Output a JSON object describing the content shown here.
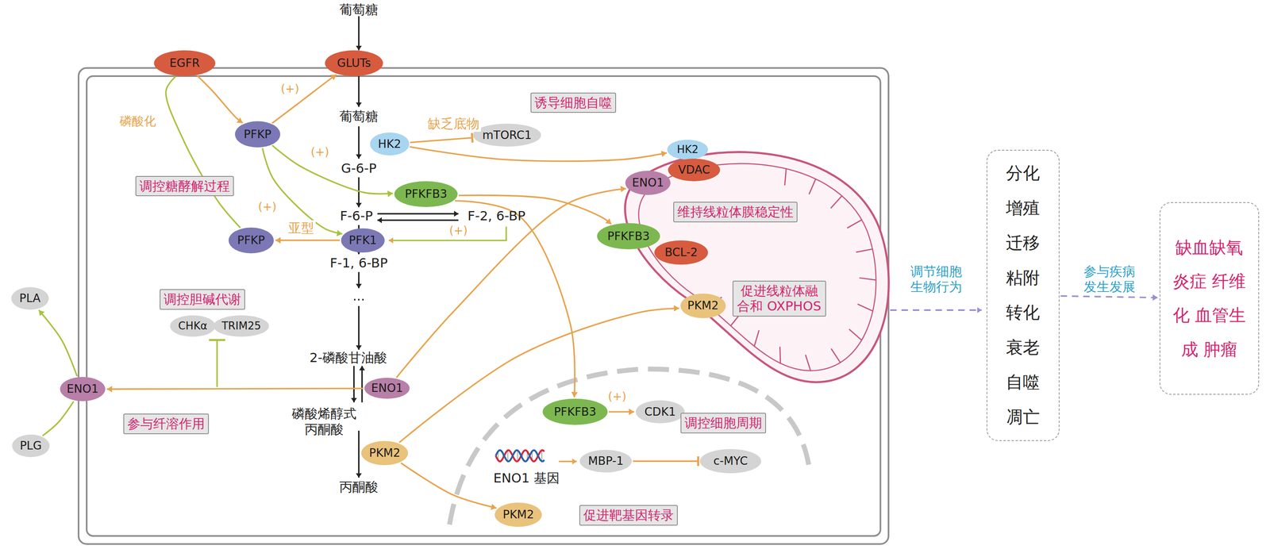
{
  "diagram": {
    "nodes": [
      {
        "text": [
          "EGFR"
        ]
      },
      {
        "text": [
          "GLUTs"
        ]
      },
      {
        "text": [
          "PFKP"
        ]
      },
      {
        "text": [
          "HK2"
        ]
      },
      {
        "text": [
          "mTORC1"
        ]
      },
      {
        "text": [
          "PFKFB3"
        ]
      },
      {
        "text": [
          "PFK1"
        ]
      },
      {
        "text": [
          "PFKP"
        ]
      },
      {
        "text": [
          "CHKα"
        ]
      },
      {
        "text": [
          "TRIM25"
        ]
      },
      {
        "text": [
          "ENO1"
        ]
      },
      {
        "text": [
          "ENO1"
        ]
      },
      {
        "text": [
          "PLA"
        ]
      },
      {
        "text": [
          "PLG"
        ]
      },
      {
        "text": [
          "PKM2"
        ]
      },
      {
        "text": [
          "PKM2"
        ]
      },
      {
        "text": [
          "HK2"
        ]
      },
      {
        "text": [
          "VDAC"
        ]
      },
      {
        "text": [
          "ENO1"
        ]
      },
      {
        "text": [
          "PFKFB3"
        ]
      },
      {
        "text": [
          "BCL-2"
        ]
      },
      {
        "text": [
          "PKM2"
        ]
      },
      {
        "text": [
          "PFKFB3"
        ]
      },
      {
        "text": [
          "CDK1"
        ]
      },
      {
        "text": [
          "MBP-1"
        ]
      },
      {
        "text": [
          "c-MYC"
        ]
      },
      {
        "text": [
          "分化 增殖 迁移 粘附 转化 衰老 自噬 凋亡"
        ]
      },
      {
        "text": [
          "缺血缺氧 炎症 纤维化 血管生成 肿瘤"
        ]
      },
      {
        "text": [
          "诱导细胞自噬"
        ]
      },
      {
        "text": [
          "调控糖酵解过程"
        ]
      },
      {
        "text": [
          "维持线粒体膜稳定性"
        ]
      },
      {
        "text": [
          "调控胆碱代谢"
        ]
      },
      {
        "text": [
          "促进线粒体融 合和 OXPHOS"
        ]
      },
      {
        "text": [
          "参与纤溶作用"
        ]
      },
      {
        "text": [
          "调控细胞周期"
        ]
      },
      {
        "text": [
          "促进靶基因转录"
        ]
      }
    ],
    "edges": [
      {
        "from": 0,
        "to": 2,
        "arrow": "to"
      },
      {
        "from": 0,
        "to": 7,
        "arrow": "none"
      },
      {
        "from": 2,
        "to": 1,
        "arrow": "to"
      },
      {
        "from": 2,
        "to": 5,
        "arrow": "to"
      },
      {
        "from": 2,
        "to": 6,
        "arrow": "to"
      },
      {
        "from": 6,
        "to": 7,
        "label": "亚型",
        "arrow": "to"
      },
      {
        "from": 3,
        "to": 4,
        "label": "缺乏底物",
        "arrow": "to"
      },
      {
        "from": 3,
        "to": 16,
        "arrow": "to"
      },
      {
        "from": 5,
        "to": 19,
        "arrow": "to"
      },
      {
        "from": 5,
        "to": 22,
        "arrow": "to"
      },
      {
        "from": 10,
        "to": 18,
        "arrow": "to"
      },
      {
        "from": 10,
        "to": 11,
        "arrow": "to"
      },
      {
        "from": 13,
        "to": 11,
        "arrow": "none"
      },
      {
        "from": 11,
        "to": 12,
        "arrow": "to"
      },
      {
        "from": 14,
        "to": 21,
        "arrow": "to"
      },
      {
        "from": 14,
        "to": 15,
        "arrow": "to"
      },
      {
        "from": 22,
        "to": 23,
        "arrow": "to"
      },
      {
        "from": 24,
        "to": 25,
        "arrow": "to"
      },
      {
        "from": 26,
        "to": 27,
        "label": "参与疾病 发生发展",
        "arrow": "to"
      }
    ],
    "labels": [
      "葡萄糖",
      "葡萄糖",
      "G-6-P",
      "F-6-P",
      "F-2, 6-BP",
      "F-1, 6-BP",
      "...",
      "2-磷酸甘油酸",
      "磷酸烯醇式 丙酮酸",
      "丙酮酸",
      "磷酸化",
      "(+)",
      "(+)",
      "(+)",
      "(+)",
      "(+)",
      "ENO1 基因",
      "调节细胞 生物行为"
    ]
  }
}
